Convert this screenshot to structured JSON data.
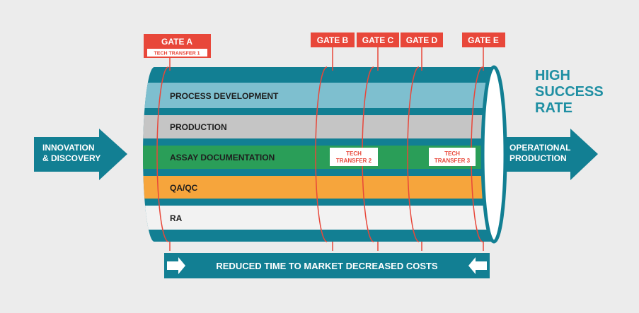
{
  "diagram": {
    "left_arrow": {
      "line1": "INNOVATION",
      "line2": "& DISCOVERY"
    },
    "right_arrow": {
      "line1": "OPERATIONAL",
      "line2": "PRODUCTION"
    },
    "success": {
      "line1": "HIGH",
      "line2": "SUCCESS",
      "line3": "RATE"
    },
    "bands": [
      {
        "label": "PROCESS DEVELOPMENT",
        "color": "#7ebfcf"
      },
      {
        "label": "PRODUCTION",
        "color": "#c5c5c5"
      },
      {
        "label": "ASSAY DOCUMENTATION",
        "color": "#2a9e58"
      },
      {
        "label": "QA/QC",
        "color": "#f6a53c"
      },
      {
        "label": "RA",
        "color": "#f2f2f2"
      }
    ],
    "gates": [
      {
        "label": "GATE A",
        "sub": "TECH TRANSFER 1"
      },
      {
        "label": "GATE B"
      },
      {
        "label": "GATE C"
      },
      {
        "label": "GATE D"
      },
      {
        "label": "GATE E"
      }
    ],
    "tech_transfers": [
      {
        "line1": "TECH",
        "line2": "TRANSFER 2"
      },
      {
        "line1": "TECH",
        "line2": "TRANSFER 3"
      }
    ],
    "bottom_banner": "REDUCED TIME TO MARKET DECREASED COSTS",
    "colors": {
      "teal": "#127f93",
      "red": "#e8473a",
      "success_text": "#1f8fa3"
    }
  }
}
